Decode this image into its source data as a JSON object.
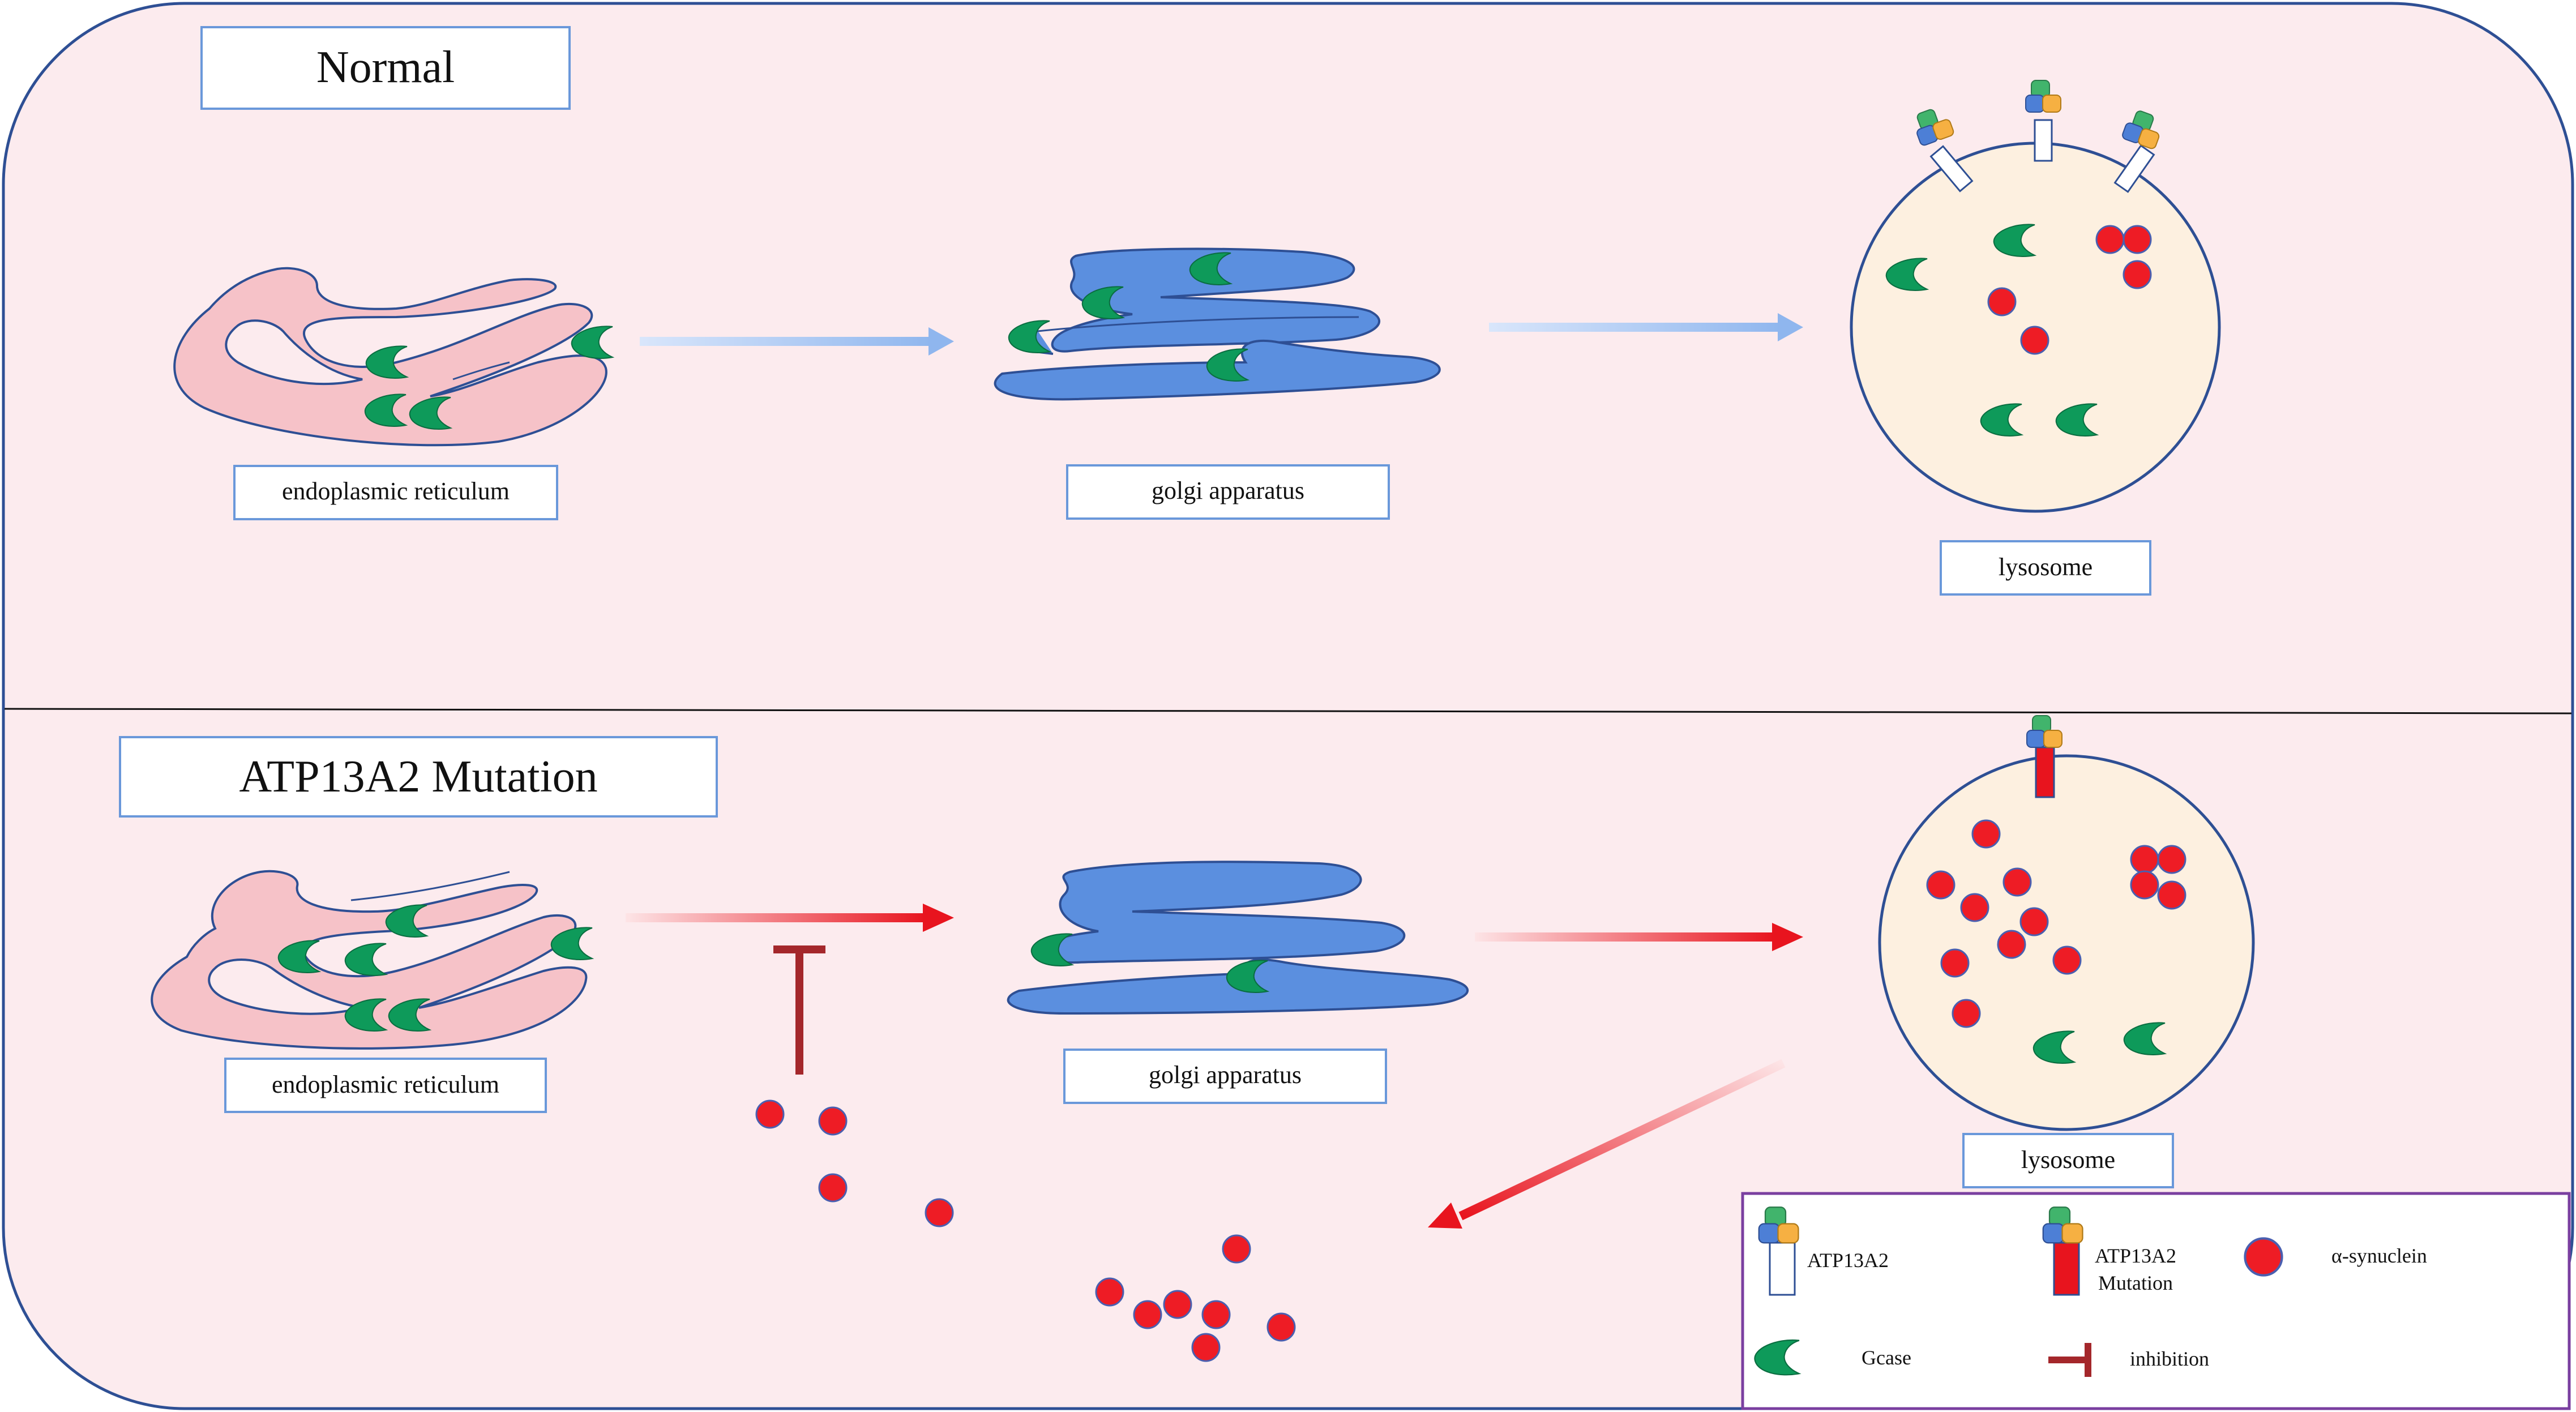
{
  "normal": {
    "title": "Normal",
    "er_label": "endoplasmic reticulum",
    "golgi_label": "golgi apparatus",
    "lysosome_label": "lysosome"
  },
  "mutation": {
    "title": "ATP13A2 Mutation",
    "er_label": "endoplasmic reticulum",
    "golgi_label": "golgi apparatus",
    "lysosome_label": "lysosome"
  },
  "legend": {
    "atp13a2": "ATP13A2",
    "atp13a2_mutation_line1": "ATP13A2",
    "atp13a2_mutation_line2": "Mutation",
    "alpha_synuclein": "α-synuclein",
    "gcase": "Gcase",
    "inhibition": "inhibition"
  },
  "colors": {
    "background_fill": "#fcebee",
    "border": "#2e4f94",
    "er_fill": "#f6c2c8",
    "golgi_fill": "#5b8fdf",
    "lysosome_fill": "#fdf0e0",
    "gcase": "#0e9a5a",
    "synuclein": "#ee1c25",
    "normal_arrow": "#8fb6ee",
    "mutation_arrow": "#e8141e",
    "inhibition": "#a4272b",
    "legend_border": "#7a3fa0"
  }
}
